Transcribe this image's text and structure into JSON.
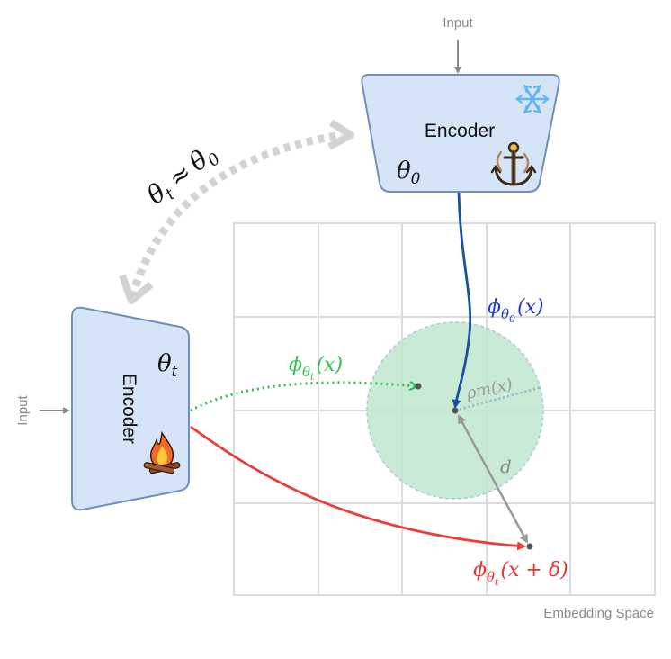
{
  "top_encoder": {
    "input_label": "Input",
    "title": "Encoder",
    "param_base": "θ",
    "param_sub": "0",
    "snowflake_icon": "❄",
    "anchor_icon": "anchor-icon"
  },
  "left_encoder": {
    "input_label": "Input",
    "title": "Encoder",
    "param_base": "θ",
    "param_sub": "t",
    "fire_icon": "fire-icon"
  },
  "relation": {
    "lhs_base": "θ",
    "lhs_sub": "t",
    "approx": "≈",
    "rhs_base": "θ",
    "rhs_sub": "0"
  },
  "embeddings": {
    "anchor_embedding": {
      "prefix": "ϕ",
      "sub_base": "θ",
      "sub_sub": "0",
      "arg": "(x)",
      "color": "#1f3fcc"
    },
    "current_embedding": {
      "prefix": "ϕ",
      "sub_base": "θ",
      "sub_sub": "t",
      "arg": "(x)",
      "color": "#2fbf4f"
    },
    "perturbed_embedding": {
      "prefix": "ϕ",
      "sub_base": "θ",
      "sub_sub": "t",
      "arg": "(x + δ)",
      "color": "#e83030"
    },
    "radius_label": "ρm(x)",
    "distance_label": "d"
  },
  "space_label": "Embedding Space",
  "colors": {
    "encoder_fill": "#d6e4f7",
    "encoder_stroke": "#6f8fbf",
    "grid": "#dcdcdc",
    "ball_fill": "#bfe8cf",
    "anchor_arrow": "#1b4fa0",
    "current_arrow": "#2fbf4f",
    "perturbed_arrow": "#ee3b3b",
    "gray": "#9a9a9a"
  }
}
